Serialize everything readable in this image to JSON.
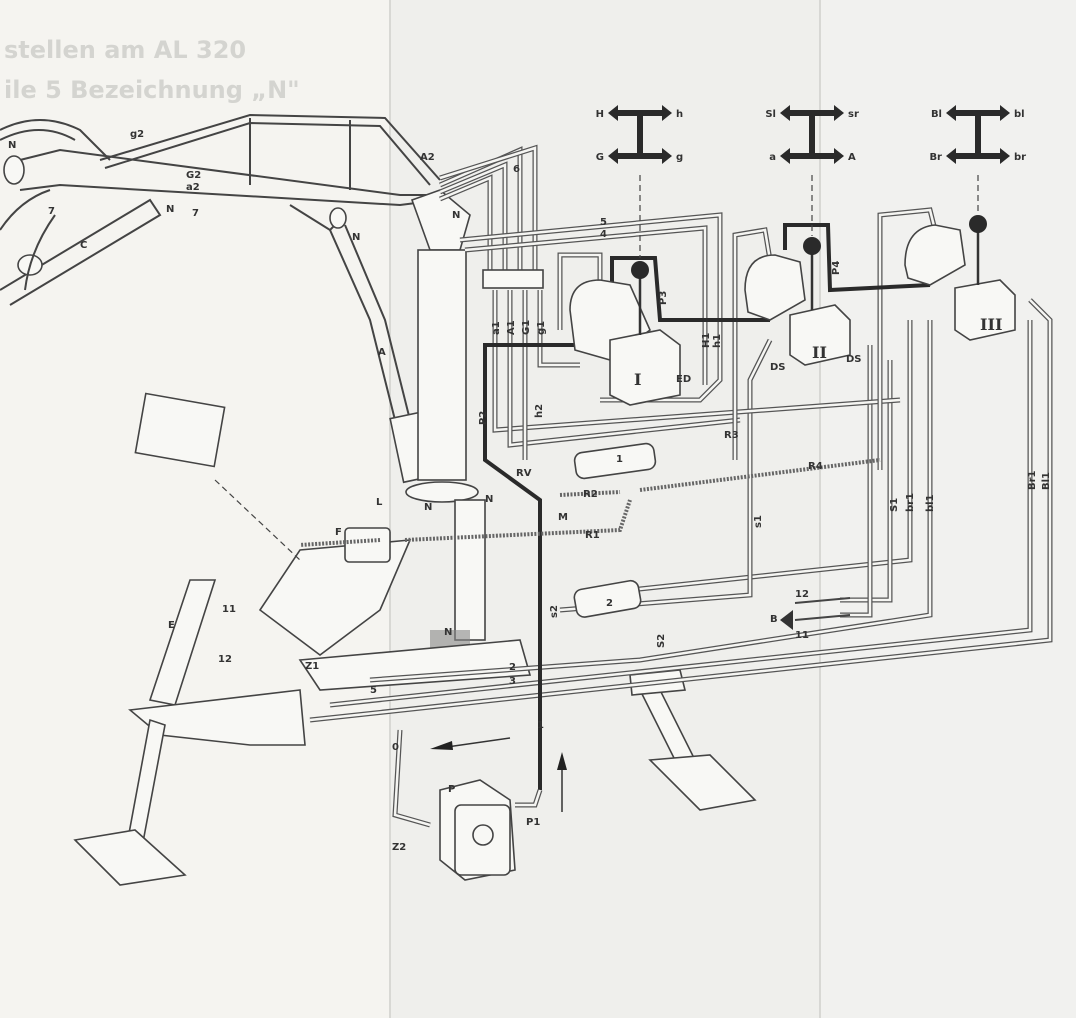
{
  "header_bleed": [
    "stellen am AL 320",
    "ile 5 Bezeichnung „N\""
  ],
  "levers": [
    {
      "numeral": "I",
      "top_left": "H",
      "top_right": "h",
      "bottom_left": "G",
      "bottom_right": "g"
    },
    {
      "numeral": "II",
      "top_left": "Sl",
      "top_right": "sr",
      "bottom_left": "a",
      "bottom_right": "A"
    },
    {
      "numeral": "III",
      "top_left": "Bl",
      "top_right": "bl",
      "bottom_left": "Br",
      "bottom_right": "br"
    }
  ],
  "labels": {
    "n": "N",
    "g2_small": "g2",
    "g2": "G2",
    "a2": "a2",
    "a2_caps": "A2",
    "seven": "7",
    "c": "C",
    "a_cyl": "A",
    "five": "5",
    "four": "4",
    "six": "6",
    "a1": "a1",
    "a1_caps": "A1",
    "g1_caps": "G1",
    "g1": "g1",
    "p2": "P2",
    "p3": "P3",
    "p4": "P4",
    "h1_caps": "H1",
    "h1": "h1",
    "h2": "h2",
    "ed": "ED",
    "ds": "DS",
    "rv": "RV",
    "m": "M",
    "one": "1",
    "two": "2",
    "three": "3",
    "r1": "R1",
    "r2": "R2",
    "r3": "R3",
    "r4": "R4",
    "s1": "s1",
    "s1_caps": "S1",
    "s2": "s2",
    "s2_caps": "S2",
    "br1": "br1",
    "bl1": "bl1",
    "br1_caps": "Br1",
    "bl1_caps": "Bl1",
    "l": "L",
    "f": "F",
    "e": "E",
    "eleven": "11",
    "twelve": "12",
    "b": "B",
    "z1": "Z1",
    "z2": "Z2",
    "zero": "0",
    "p": "P",
    "p1": "P1"
  }
}
